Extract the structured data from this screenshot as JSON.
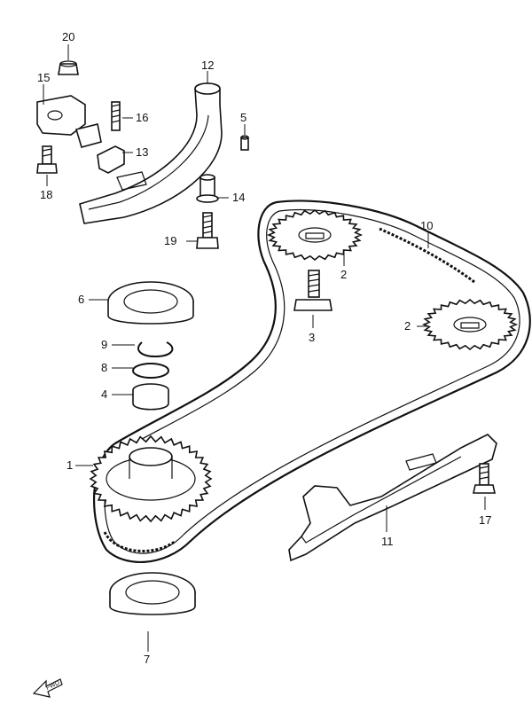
{
  "diagram": {
    "callouts": [
      {
        "id": "c20",
        "text": "20"
      },
      {
        "id": "c15",
        "text": "15"
      },
      {
        "id": "c12",
        "text": "12"
      },
      {
        "id": "c16",
        "text": "16"
      },
      {
        "id": "c5",
        "text": "5"
      },
      {
        "id": "c13",
        "text": "13"
      },
      {
        "id": "c18",
        "text": "18"
      },
      {
        "id": "c14",
        "text": "14"
      },
      {
        "id": "c10",
        "text": "10"
      },
      {
        "id": "c19",
        "text": "19"
      },
      {
        "id": "c2a",
        "text": "2"
      },
      {
        "id": "c6",
        "text": "6"
      },
      {
        "id": "c2b",
        "text": "2"
      },
      {
        "id": "c3",
        "text": "3"
      },
      {
        "id": "c9",
        "text": "9"
      },
      {
        "id": "c8",
        "text": "8"
      },
      {
        "id": "c4",
        "text": "4"
      },
      {
        "id": "c1",
        "text": "1"
      },
      {
        "id": "c17",
        "text": "17"
      },
      {
        "id": "c11",
        "text": "11"
      },
      {
        "id": "c7",
        "text": "7"
      }
    ],
    "fwd_label": "FWD"
  }
}
